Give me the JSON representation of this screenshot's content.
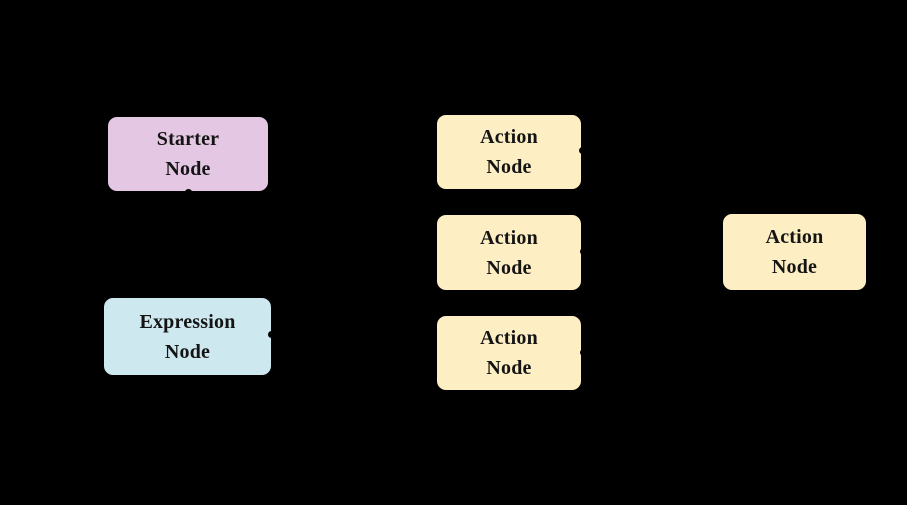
{
  "diagram": {
    "background_color": "#000000",
    "text_color": "#141414",
    "nodes": [
      {
        "id": "starter-node",
        "label_line1": "Starter",
        "label_line2": "Node",
        "fill": "#e4c7e2"
      },
      {
        "id": "expression-node",
        "label_line1": "Expression",
        "label_line2": "Node",
        "fill": "#cde8ef"
      },
      {
        "id": "action-node-1",
        "label_line1": "Action",
        "label_line2": "Node",
        "fill": "#fdeec4"
      },
      {
        "id": "action-node-2",
        "label_line1": "Action",
        "label_line2": "Node",
        "fill": "#fdeec4"
      },
      {
        "id": "action-node-3",
        "label_line1": "Action",
        "label_line2": "Node",
        "fill": "#fdeec4"
      },
      {
        "id": "action-node-4",
        "label_line1": "Action",
        "label_line2": "Node",
        "fill": "#fdeec4"
      }
    ]
  }
}
